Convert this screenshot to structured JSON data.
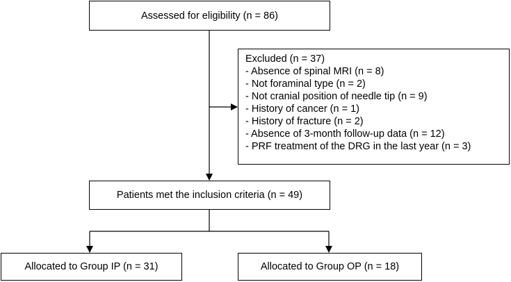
{
  "flow": {
    "assessed": "Assessed for eligibility (n = 86)",
    "excluded": {
      "title": "Excluded (n = 37)",
      "reasons": [
        "- Absence of spinal MRI (n = 8)",
        "- Not foraminal type (n = 2)",
        "- Not cranial position of needle tip (n = 9)",
        "- History of cancer (n = 1)",
        "- History of fracture (n = 2)",
        "- Absence of 3-month follow-up data (n = 12)",
        "- PRF treatment of the DRG in the last year (n = 3)"
      ]
    },
    "inclusion": "Patients met the inclusion criteria (n = 49)",
    "group_ip": "Allocated to Group IP (n = 31)",
    "group_op": "Allocated to Group OP (n = 18)"
  }
}
